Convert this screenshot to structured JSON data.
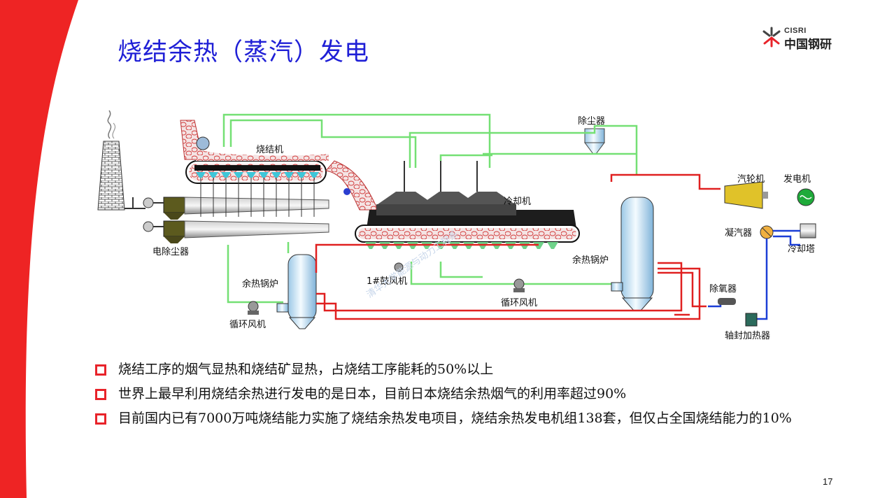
{
  "slide": {
    "title": "烧结余热（蒸汽）发电",
    "page_number": "17",
    "accent_color": "#e8232a",
    "title_color": "#1f1fd6"
  },
  "logo": {
    "text_top": "CISRI",
    "text_bottom": "中国钢研",
    "icon": "cisri-starburst-icon"
  },
  "diagram": {
    "labels": {
      "sinter_machine": "烧结机",
      "dust_remover": "除尘器",
      "cooler": "冷却机",
      "turbine": "汽轮机",
      "generator": "发电机",
      "condenser": "凝汽器",
      "cooling_tower": "冷却塔",
      "esp": "电除尘器",
      "boiler_left": "余热锅炉",
      "boiler_right": "余热锅炉",
      "fan_left": "循环风机",
      "fan_mid": "循环风机",
      "blower": "1#鼓风机",
      "deaerator": "除氧器",
      "gland_heater": "轴封加热器"
    },
    "watermark": "清华大学能源与动力工程系"
  },
  "bullets": [
    "烧结工序的烟气显热和烧结矿显热，占烧结工序能耗的50%以上",
    "世界上最早利用烧结余热进行发电的是日本，目前日本烧结余热烟气的利用率超过90%",
    "目前国内已有7000万吨烧结能力实施了烧结余热发电项目，烧结余热发电机组138套，但仅占全国烧结能力的10%"
  ]
}
